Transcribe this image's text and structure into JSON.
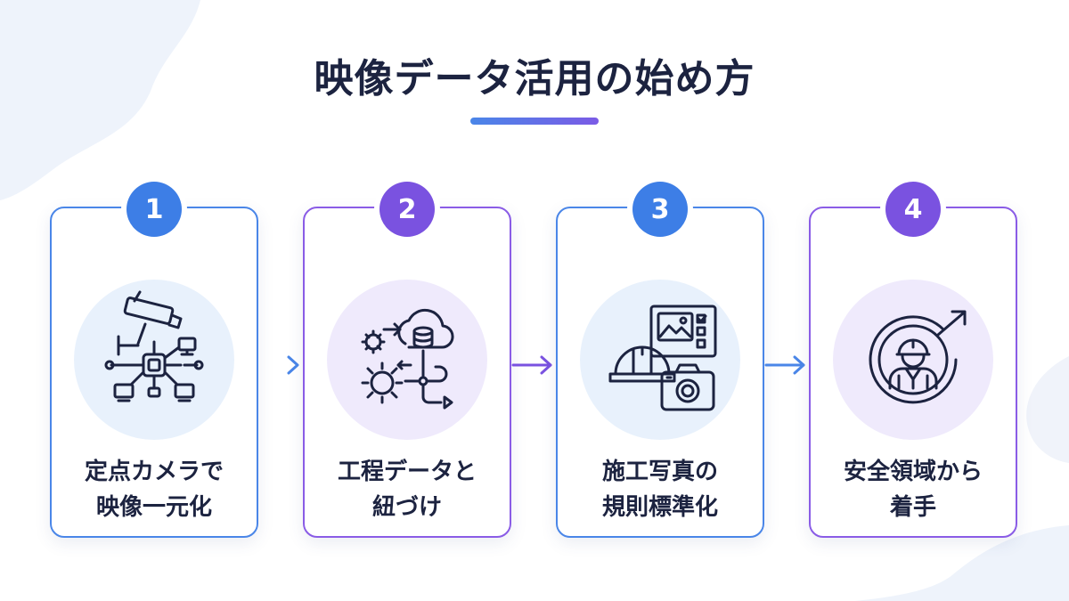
{
  "title": "映像データ活用の始め方",
  "colors": {
    "blue": "#3d7ee6",
    "purple": "#7a52e0",
    "navy": "#1c2340",
    "blue_tint": "#e8f1fc",
    "purple_tint": "#efeafc"
  },
  "steps": [
    {
      "number": "1",
      "line1": "定点カメラで",
      "line2": "映像一元化",
      "icon": "surveillance-camera-network-icon"
    },
    {
      "number": "2",
      "line1": "工程データと",
      "line2": "紐づけ",
      "icon": "cloud-database-gear-icon"
    },
    {
      "number": "3",
      "line1": "施工写真の",
      "line2": "規則標準化",
      "icon": "helmet-photo-checklist-icon"
    },
    {
      "number": "4",
      "line1": "安全領域から",
      "line2": "着手",
      "icon": "worker-growth-arrow-icon"
    }
  ]
}
